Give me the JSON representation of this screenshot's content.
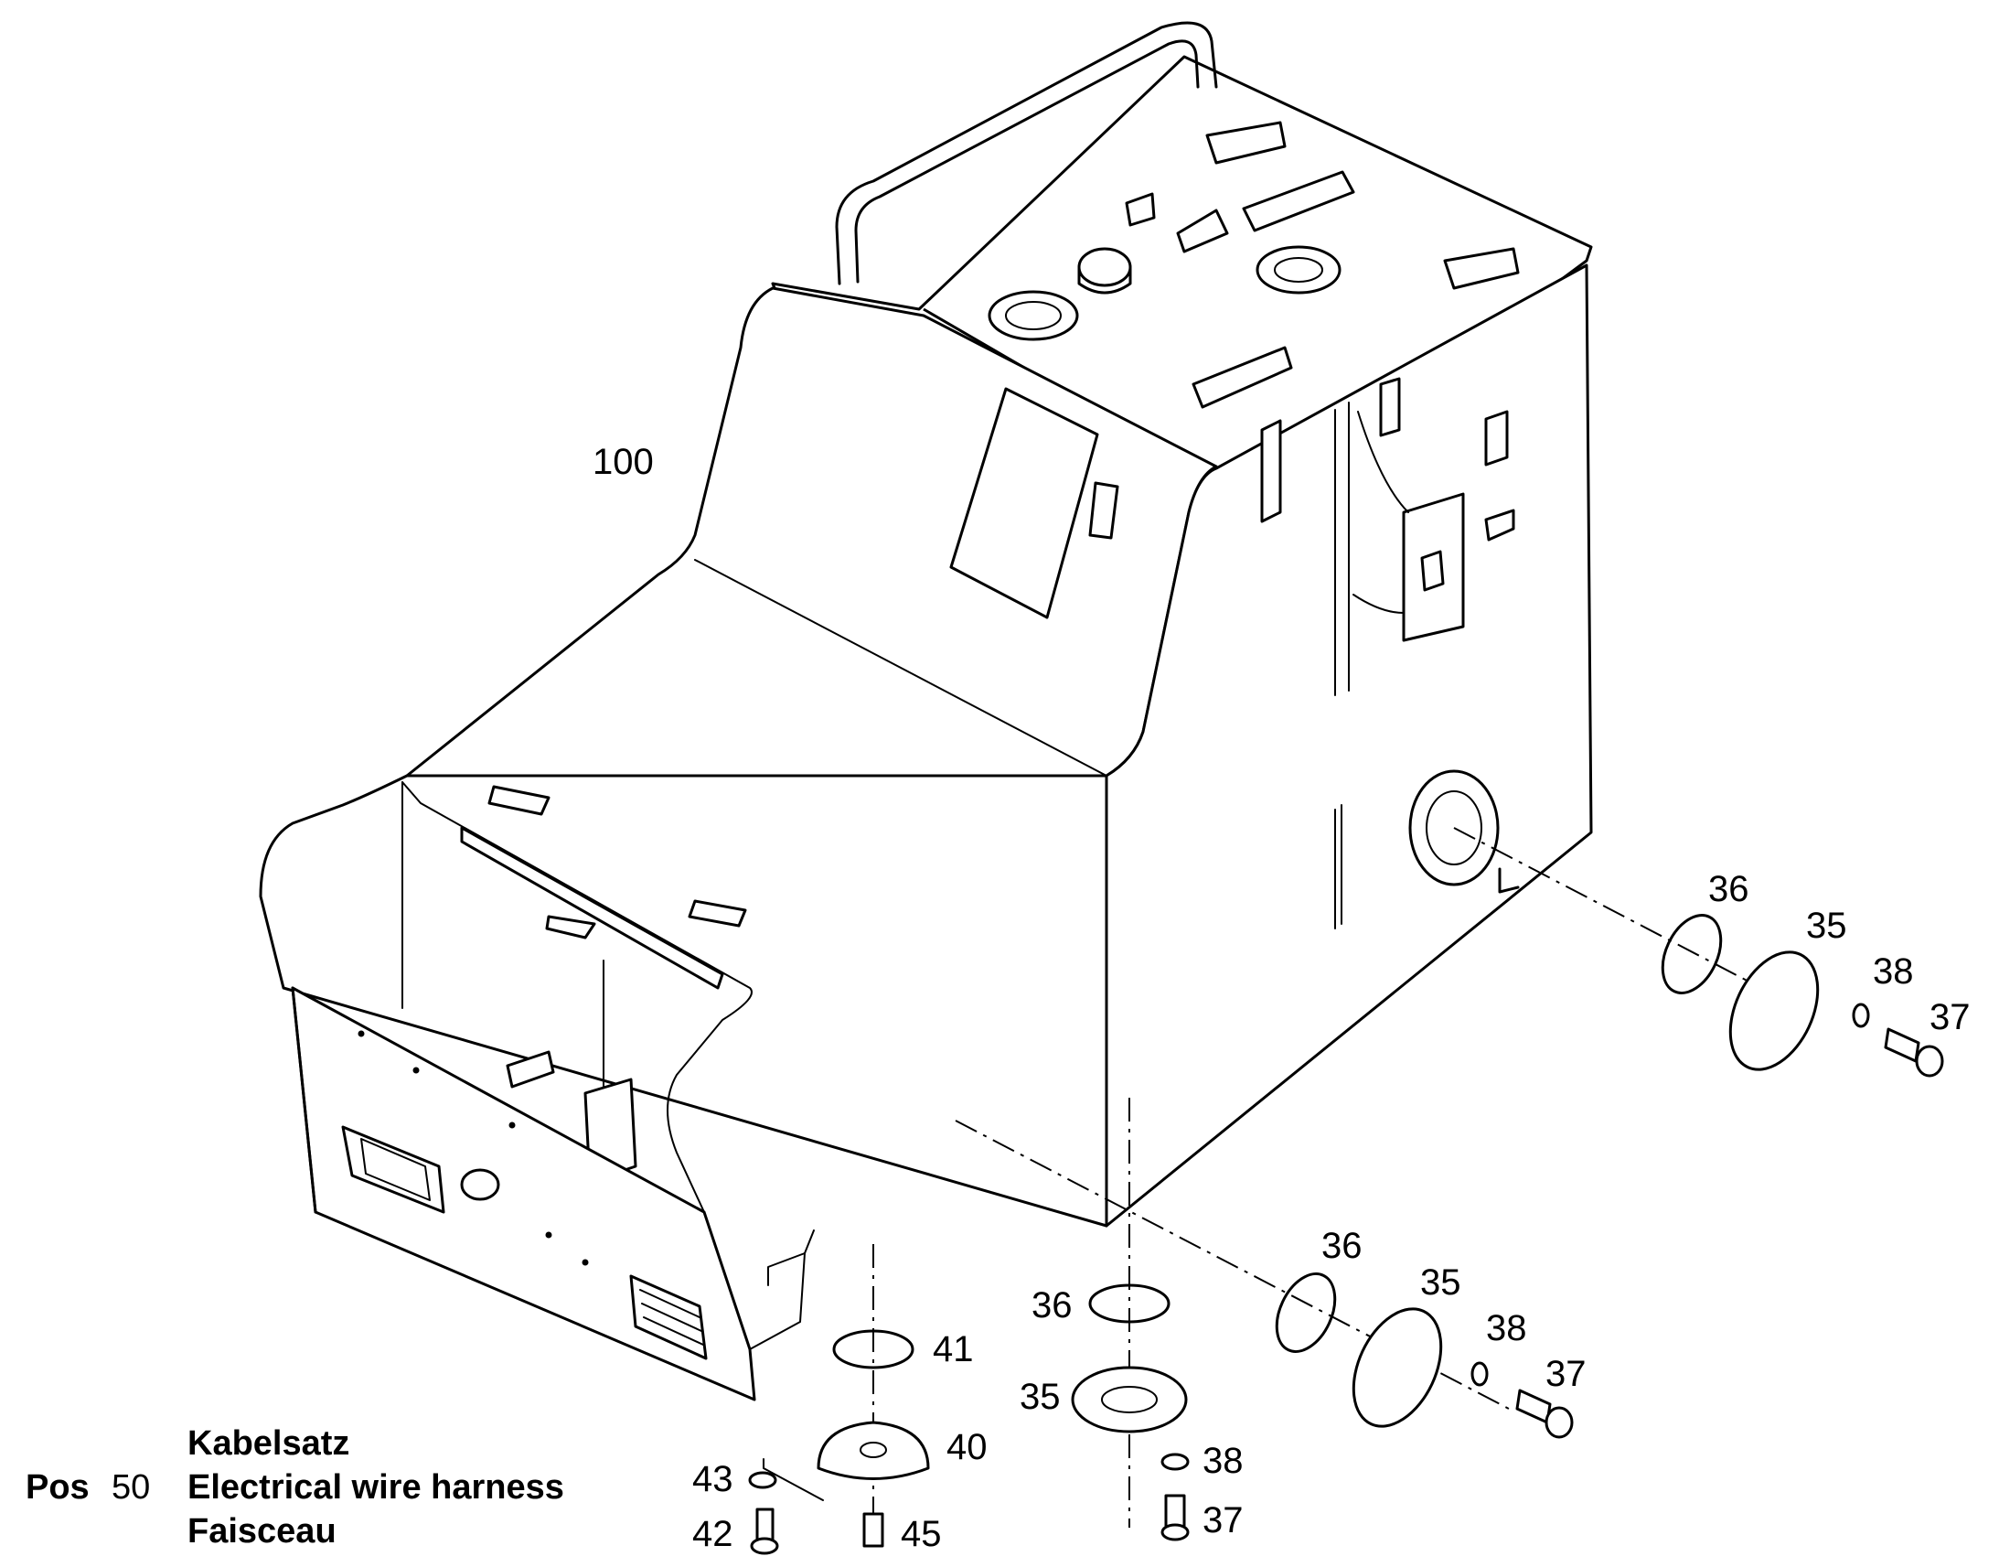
{
  "callouts": {
    "c100": "100",
    "c36a": "36",
    "c35a": "35",
    "c38a": "38",
    "c37a": "37",
    "c36b": "36",
    "c35b": "35",
    "c38b": "38",
    "c37b": "37",
    "c36c": "36",
    "c35c": "35",
    "c38c": "38",
    "c37c": "37",
    "c41": "41",
    "c40": "40",
    "c43": "43",
    "c42": "42",
    "c45": "45"
  },
  "legend": {
    "pos_label": "Pos",
    "pos_number": "50",
    "line_de": "Kabelsatz",
    "line_en": "Electrical wire harness",
    "line_fr": "Faisceau"
  }
}
